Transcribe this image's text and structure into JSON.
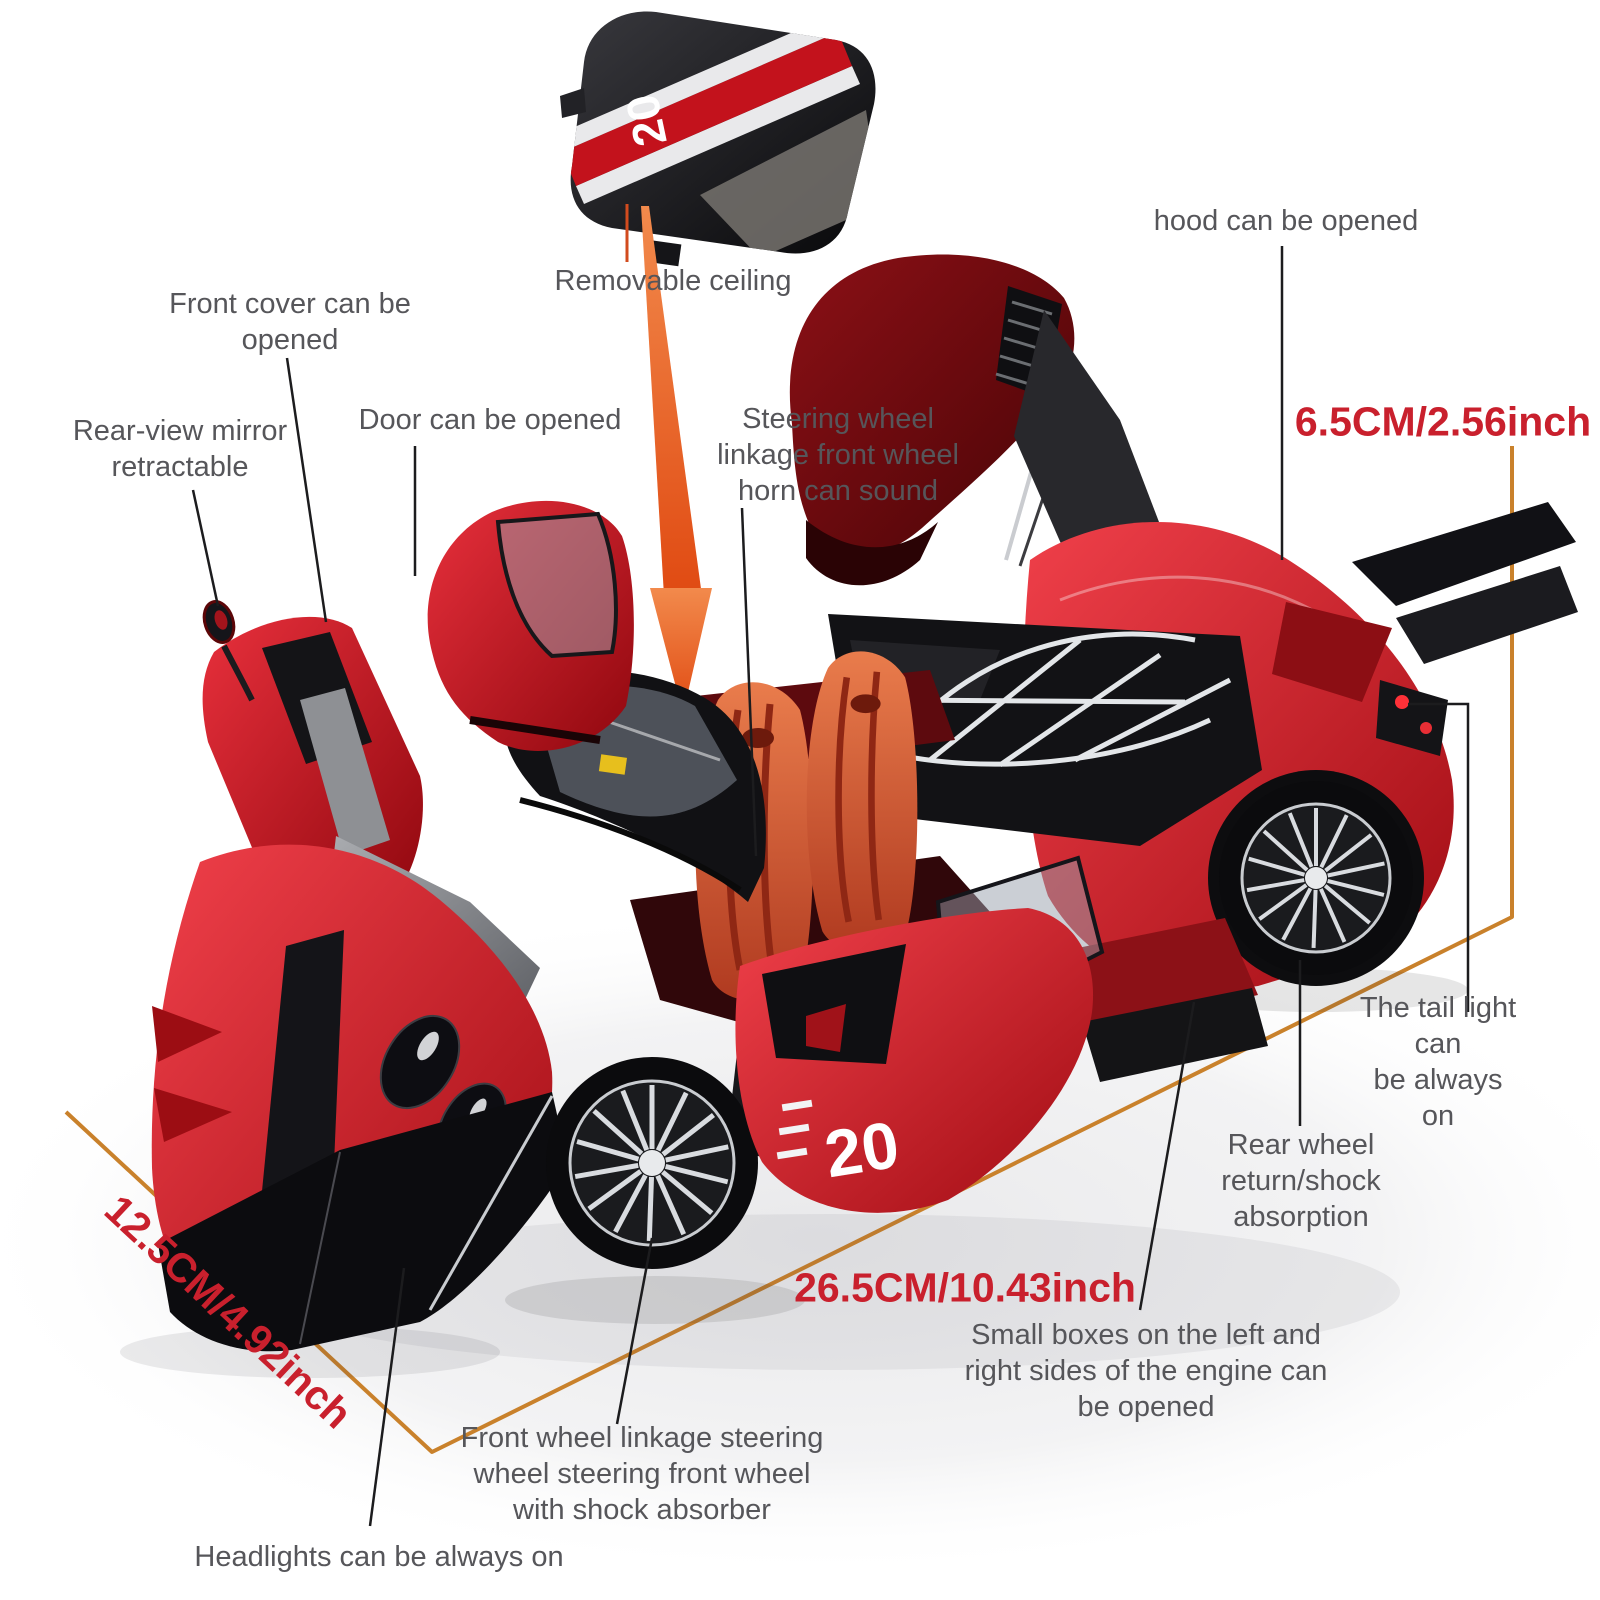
{
  "image": {
    "subject": "Red alloy die-cast model supercar with opening parts, annotated product photo"
  },
  "annotations": {
    "removable_ceiling": {
      "text": "Removable ceiling"
    },
    "hood": {
      "text": "hood can be opened"
    },
    "front_cover": {
      "text": "Front cover can be\nopened"
    },
    "rear_view_mirror": {
      "text": "Rear-view mirror\nretractable"
    },
    "door": {
      "text": "Door can be opened"
    },
    "steering": {
      "text": "Steering wheel\nlinkage front wheel\nhorn can sound"
    },
    "tail_light": {
      "text": "The tail light can\nbe always on"
    },
    "rear_wheel": {
      "text": "Rear wheel\nreturn/shock\nabsorption"
    },
    "small_boxes": {
      "text": "Small boxes on the left and\nright sides of the engine can\nbe opened"
    },
    "front_wheel": {
      "text": "Front wheel linkage steering\nwheel steering front wheel\nwith shock absorber"
    },
    "headlights": {
      "text": "Headlights can be always on"
    }
  },
  "dimensions": {
    "height": "6.5CM/2.56inch",
    "length": "26.5CM/10.43inch",
    "width": "12.5CM/4.92inch"
  },
  "car": {
    "ceiling_number": "20",
    "door_number": "20"
  },
  "colors": {
    "label_text": "#56565a",
    "dimension_text": "#c9202d",
    "leader_line": "#1c1c1e",
    "dimension_line": "#c9812b",
    "arrow_orange": "#e8561e",
    "car_red": "#b81218",
    "car_dark": "#121215",
    "chrome": "#dde0e3",
    "seat_orange": "#d95c35"
  }
}
